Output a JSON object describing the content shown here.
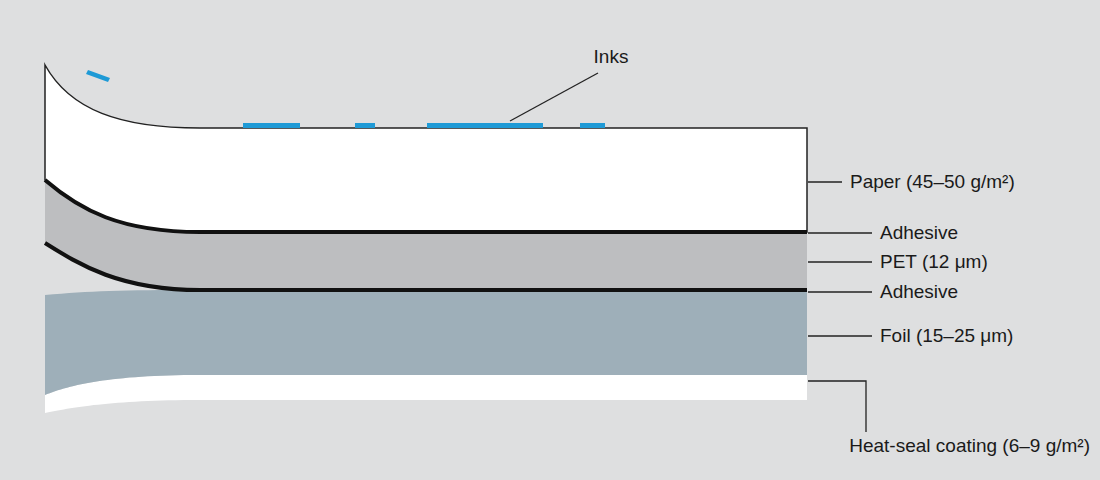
{
  "diagram": {
    "labels": [
      "Inks",
      "Paper (45–50 g/m²)",
      "Adhesive",
      "PET (12 μm)",
      "Adhesive",
      "Foil (15–25 μm)",
      "Heat-seal coating (6–9 g/m²)"
    ]
  }
}
